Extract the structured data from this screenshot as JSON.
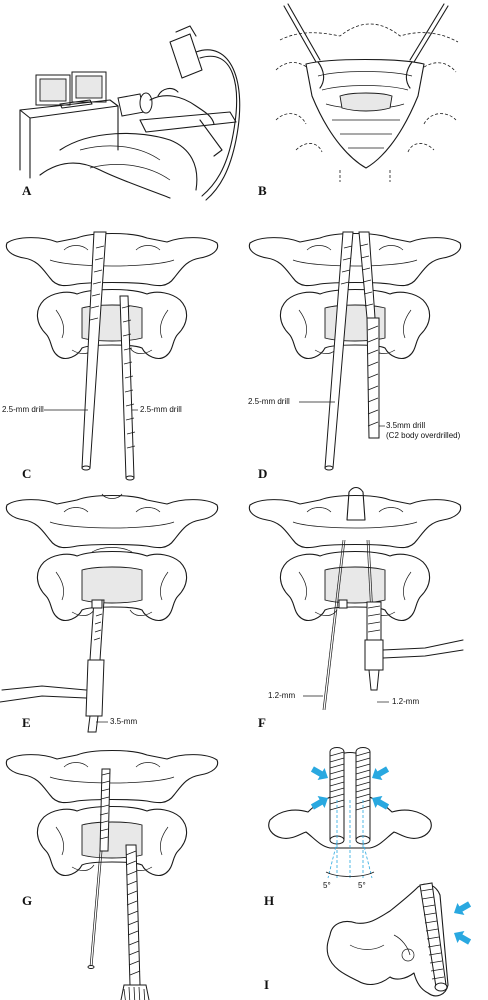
{
  "panels": [
    {
      "id": "A",
      "label": "A"
    },
    {
      "id": "B",
      "label": "B"
    },
    {
      "id": "C",
      "label": "C"
    },
    {
      "id": "D",
      "label": "D"
    },
    {
      "id": "E",
      "label": "E"
    },
    {
      "id": "F",
      "label": "F"
    },
    {
      "id": "G",
      "label": "G"
    },
    {
      "id": "H",
      "label": "H"
    },
    {
      "id": "I",
      "label": "I"
    }
  ],
  "annotations": {
    "c_left": "2.5-mm drill",
    "c_right": "2.5-mm drill",
    "d_left": "2.5-mm drill",
    "d_right_1": "3.5mm drill",
    "d_right_2": "(C2 body overdrilled)",
    "e_label": "3.5-mm",
    "f_left": "1.2-mm",
    "f_right": "1.2-mm",
    "h_angle_left": "5°",
    "h_angle_right": "5°"
  },
  "colors": {
    "ink": "#1a1a1a",
    "arrow": "#29a8e0"
  }
}
